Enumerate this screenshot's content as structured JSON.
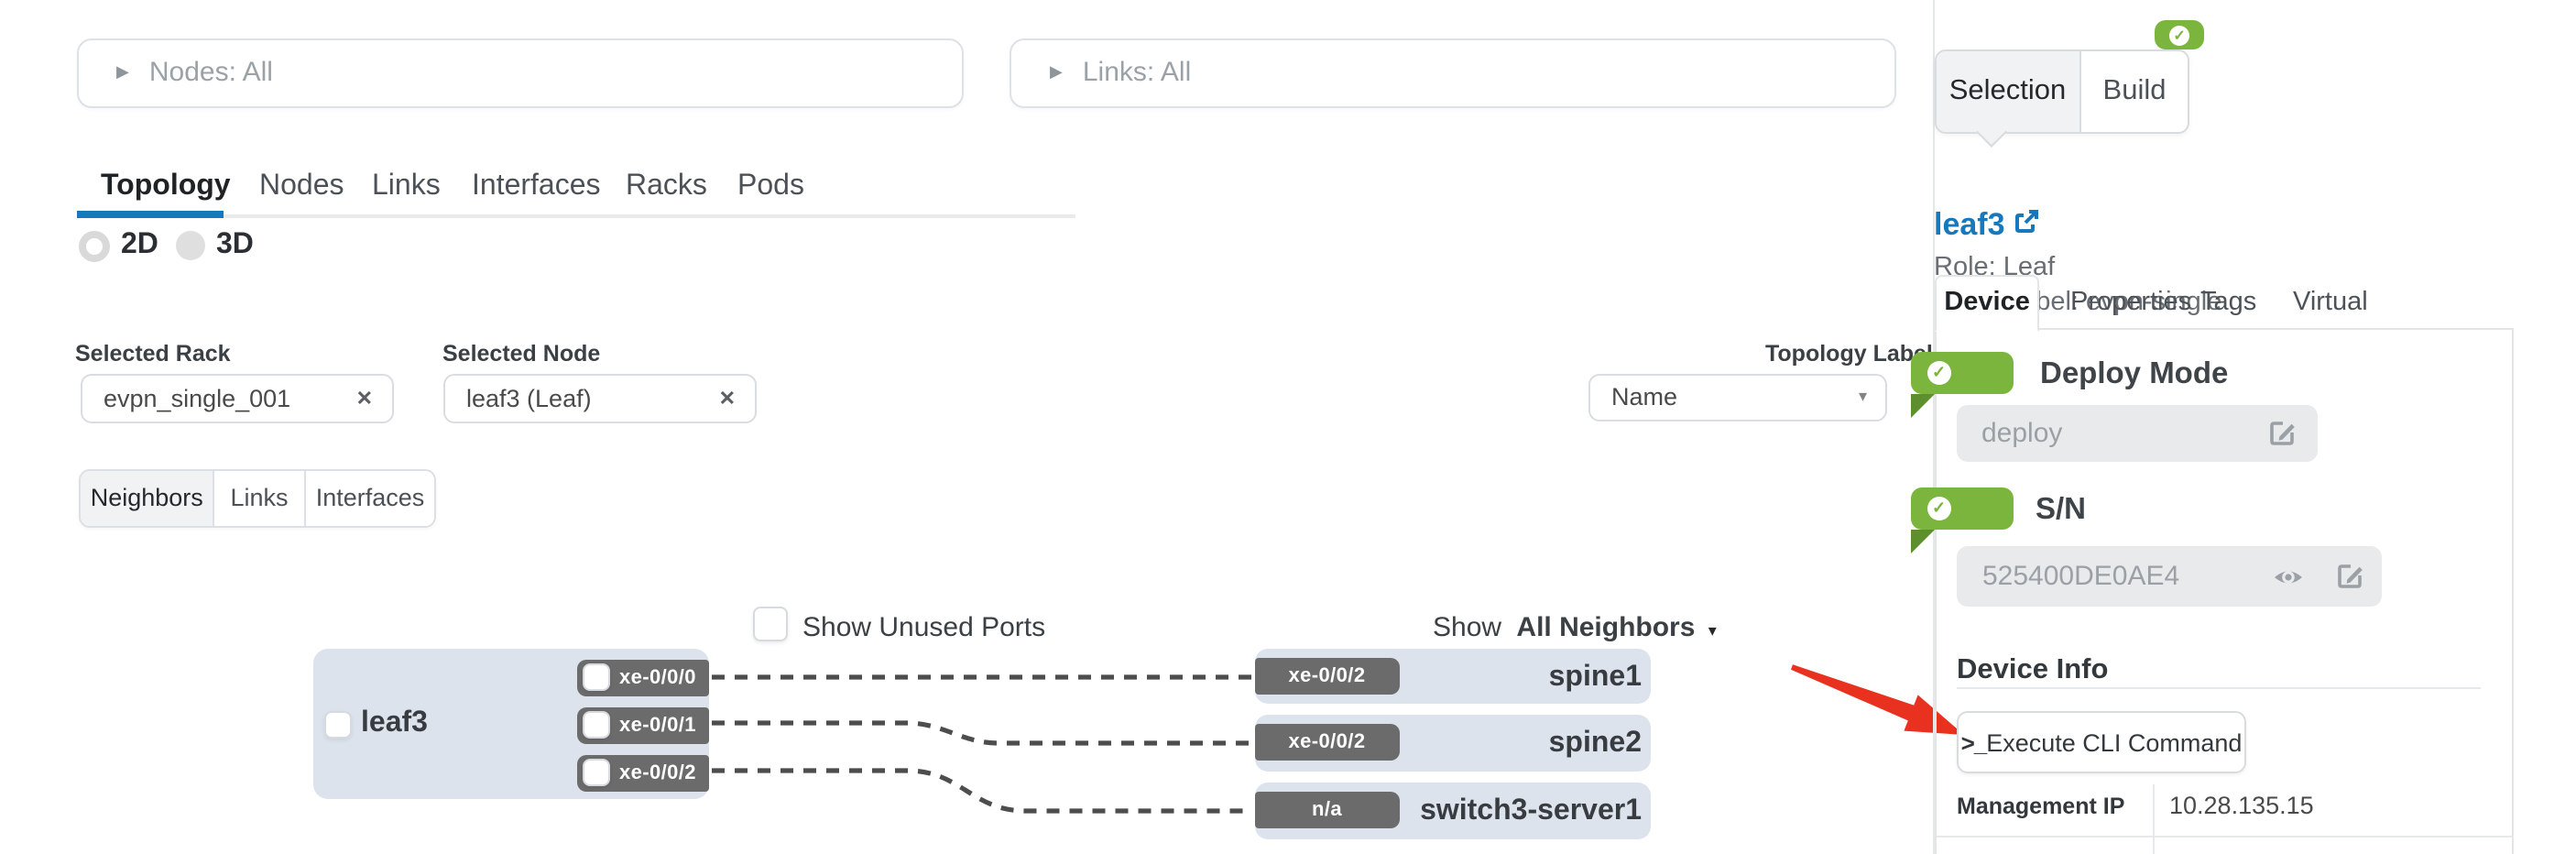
{
  "filters": {
    "nodes_label": "Nodes: All",
    "links_label": "Links: All"
  },
  "main_tabs": [
    {
      "label": "Topology",
      "active": true
    },
    {
      "label": "Nodes",
      "active": false
    },
    {
      "label": "Links",
      "active": false
    },
    {
      "label": "Interfaces",
      "active": false
    },
    {
      "label": "Racks",
      "active": false
    },
    {
      "label": "Pods",
      "active": false
    }
  ],
  "view_modes": [
    {
      "label": "2D",
      "selected": true
    },
    {
      "label": "3D",
      "selected": false
    }
  ],
  "form": {
    "selected_rack": {
      "label": "Selected Rack",
      "value": "evpn_single_001"
    },
    "selected_node": {
      "label": "Selected Node",
      "value": "leaf3 (Leaf)"
    },
    "topology_label": {
      "label": "Topology Label",
      "value": "Name"
    }
  },
  "sub_tabs": [
    {
      "label": "Neighbors",
      "active": true
    },
    {
      "label": "Links",
      "active": false
    },
    {
      "label": "Interfaces",
      "active": false
    }
  ],
  "controls": {
    "show_unused_ports_label": "Show Unused Ports",
    "show_neighbors_prefix": "Show",
    "show_neighbors_value": "All Neighbors"
  },
  "topology": {
    "node": {
      "name": "leaf3",
      "ports": [
        "xe-0/0/0",
        "xe-0/0/1",
        "xe-0/0/2"
      ]
    },
    "neighbors": [
      {
        "port": "xe-0/0/2",
        "name": "spine1"
      },
      {
        "port": "xe-0/0/2",
        "name": "spine2"
      },
      {
        "port": "n/a",
        "name": "switch3-server1"
      }
    ]
  },
  "panel": {
    "tabs": [
      {
        "label": "Selection",
        "active": true
      },
      {
        "label": "Build",
        "active": false
      }
    ],
    "node_link": "leaf3",
    "role": "Role: Leaf",
    "group_label": "Group label: evpn-single",
    "detail_tabs": [
      {
        "label": "Device",
        "active": true
      },
      {
        "label": "Properties",
        "active": false
      },
      {
        "label": "Tags",
        "active": false
      },
      {
        "label": "Virtual",
        "active": false
      }
    ],
    "deploy": {
      "title": "Deploy Mode",
      "value": "deploy"
    },
    "sn": {
      "title": "S/N",
      "value": "525400DE0AE4"
    },
    "device_info": {
      "title": "Device Info",
      "button_label": "Execute CLI Command",
      "rows": [
        {
          "label": "Management IP",
          "value": "10.28.135.15"
        }
      ]
    }
  },
  "icons": {
    "caret_right": "▶",
    "caret_down": "▾",
    "clear": "✕",
    "check": "✓",
    "terminal": "&gt;_"
  },
  "colors": {
    "accent_green": "#7cb53e",
    "accent_green_dark": "#5d8f2f",
    "link_blue": "#1779bd",
    "active_tab_blue": "#1778ba",
    "arrow_red": "#e93120",
    "node_fill": "#dce3ed",
    "port_fill": "#6b6b6b"
  }
}
